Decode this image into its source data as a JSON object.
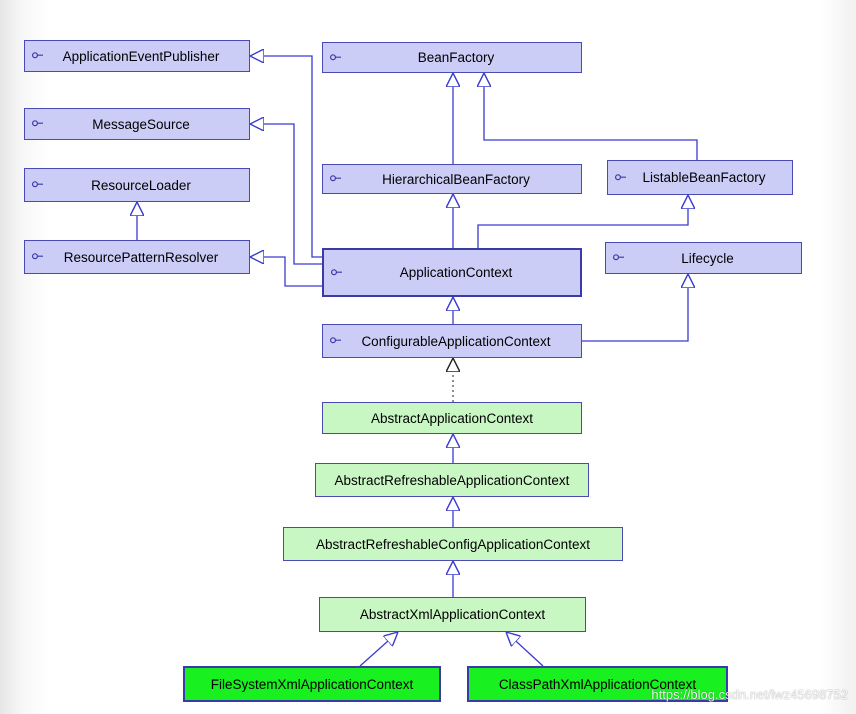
{
  "diagram": {
    "nodes": {
      "application_event_publisher": "ApplicationEventPublisher",
      "message_source": "MessageSource",
      "resource_loader": "ResourceLoader",
      "resource_pattern_resolver": "ResourcePatternResolver",
      "bean_factory": "BeanFactory",
      "hierarchical_bean_factory": "HierarchicalBeanFactory",
      "listable_bean_factory": "ListableBeanFactory",
      "application_context": "ApplicationContext",
      "lifecycle": "Lifecycle",
      "configurable_application_context": "ConfigurableApplicationContext",
      "abstract_application_context": "AbstractApplicationContext",
      "abstract_refreshable_application_context": "AbstractRefreshableApplicationContext",
      "abstract_refreshable_config_application_context": "AbstractRefreshableConfigApplicationContext",
      "abstract_xml_application_context": "AbstractXmlApplicationContext",
      "file_system_xml_application_context": "FileSystemXmlApplicationContext",
      "class_path_xml_application_context": "ClassPathXmlApplicationContext"
    },
    "interface_icon": "interface-lollipop-icon",
    "colors": {
      "interface_fill": "#cbcdf7",
      "abstract_fill": "#c9f7c4",
      "concrete_fill": "#19f01f",
      "line": "#3a3ad0"
    }
  },
  "watermark": "https://blog.csdn.net/lwz45698752"
}
